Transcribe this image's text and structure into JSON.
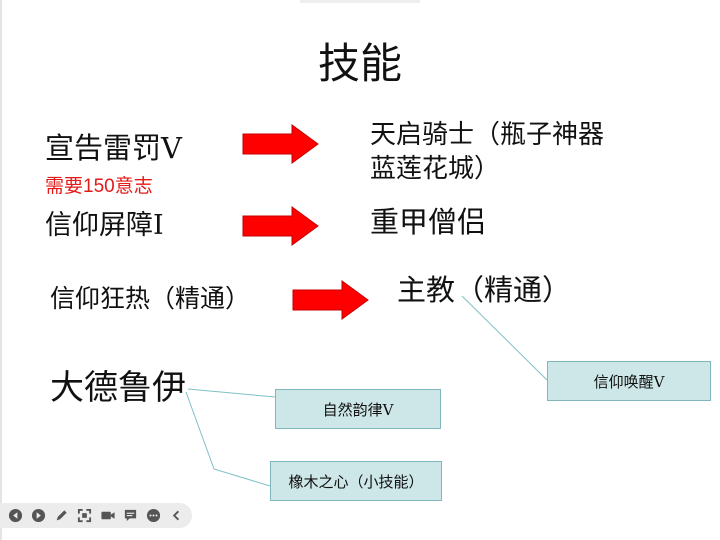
{
  "slide": {
    "title": "技能",
    "left_items": [
      "宣告雷罚Ⅴ",
      "需要150意志",
      "信仰屏障Ⅰ",
      "信仰狂热（精通）",
      "大德鲁伊"
    ],
    "right_items": [
      "天启骑士（瓶子神器蓝莲花城）",
      "重甲僧侣",
      "主教（精通）"
    ],
    "callouts": [
      "信仰唤醒Ⅴ",
      "自然韵律Ⅴ",
      "橡木之心（小技能）"
    ]
  },
  "colors": {
    "arrow": "#ff0000",
    "requirement_text": "#e61919",
    "callout_fill": "#cde6e8",
    "callout_border": "#7fb7bc",
    "connector": "#7fc0c6"
  },
  "toolbar": {
    "icons": [
      "previous-icon",
      "next-icon",
      "pen-icon",
      "fullscreen-icon",
      "camera-icon",
      "comment-icon",
      "more-icon",
      "collapse-icon"
    ]
  }
}
